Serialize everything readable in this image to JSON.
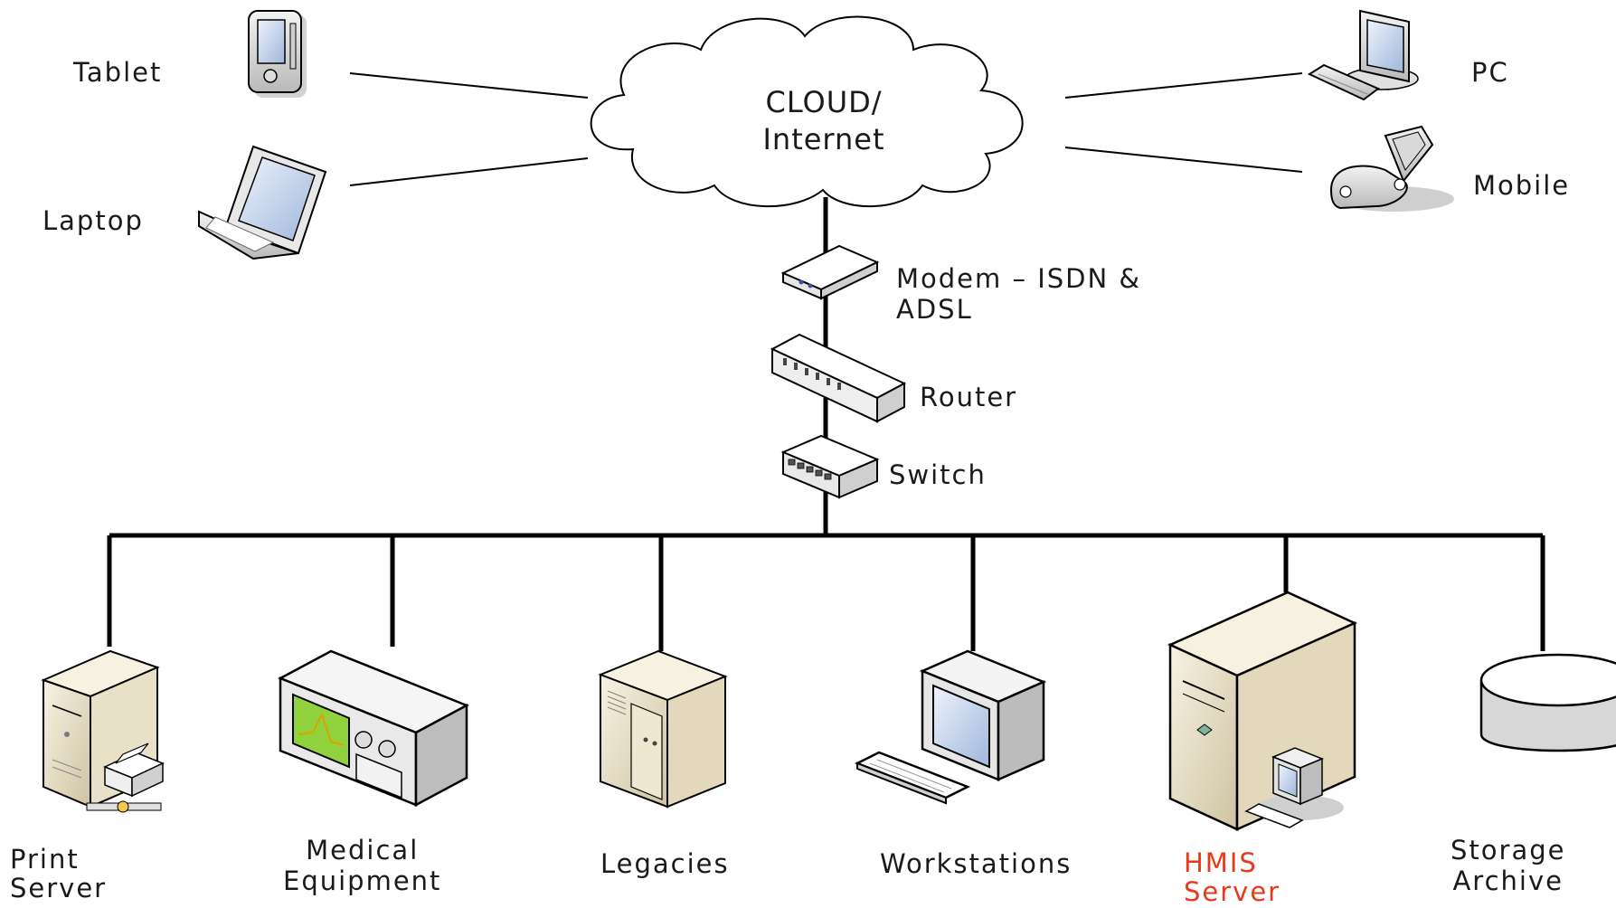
{
  "cloud": {
    "line1": "CLOUD/",
    "line2": "Internet"
  },
  "clients": {
    "tablet": "Tablet",
    "laptop": "Laptop",
    "pc": "PC",
    "mobile": "Mobile"
  },
  "chain": {
    "modem_line1": "Modem – ISDN &",
    "modem_line2": "ADSL",
    "router": "Router",
    "switch": "Switch"
  },
  "endpoints": {
    "print_server": [
      "Print",
      "Server"
    ],
    "medical_equipment": [
      "Medical",
      "Equipment"
    ],
    "legacies": "Legacies",
    "workstations": "Workstations",
    "hmis_server": [
      "HMIS",
      "Server"
    ],
    "storage_archive": [
      "Storage",
      "Archive"
    ]
  },
  "colors": {
    "line": "#000000",
    "hmis_label": "#e8391a",
    "beige": "#e9e0c8",
    "screen": "#c9d8f0"
  }
}
